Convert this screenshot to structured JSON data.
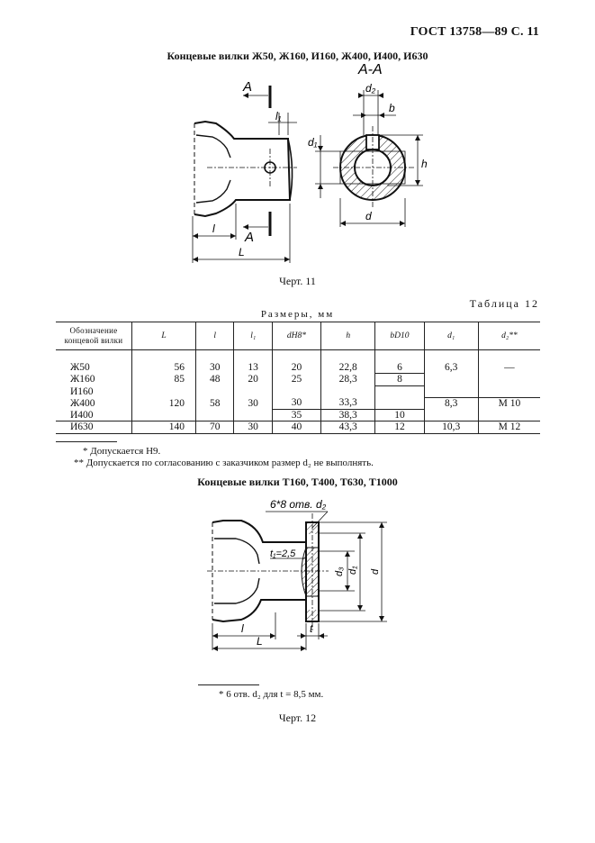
{
  "header": {
    "page_ref": "ГОСТ 13758—89 С. 11"
  },
  "section1": {
    "title": "Концевые вилки Ж50, Ж160, И160, Ж400, И400, И630",
    "section_label": "А-А",
    "arrow_label": "А",
    "dims": {
      "L": "L",
      "l": "l",
      "l1": "l₁",
      "d": "d",
      "d1": "d₁",
      "d2": "d₂",
      "b": "b",
      "h": "h"
    },
    "caption": "Черт. 11"
  },
  "table": {
    "number": "Таблица 12",
    "units": "Размеры, мм",
    "headers": [
      "Обозначение концевой вилки",
      "L",
      "l",
      "l₁",
      "dH8*",
      "h",
      "bD10",
      "d₁",
      "d₂**"
    ],
    "rows": [
      [
        "Ж50",
        "56",
        "30",
        "13",
        "20",
        "22,8",
        "6",
        "6,3",
        "—"
      ],
      [
        "Ж160",
        "85",
        "48",
        "20",
        "25",
        "28,3",
        "8",
        "",
        ""
      ],
      [
        "И160",
        "",
        "",
        "",
        "",
        "",
        "",
        "",
        ""
      ],
      [
        "Ж400",
        "120",
        "58",
        "30",
        "30",
        "33,3",
        "",
        "8,3",
        "М 10"
      ],
      [
        "И400",
        "",
        "",
        "",
        "35",
        "38,3",
        "10",
        "",
        ""
      ],
      [
        "И630",
        "140",
        "70",
        "30",
        "40",
        "43,3",
        "12",
        "10,3",
        "М 12"
      ]
    ]
  },
  "footnotes1": [
    "* Допускается Н9.",
    "** Допускается по согласованию с заказчиком размер d₂ не выполнять."
  ],
  "section2": {
    "title": "Концевые вилки Т160, Т400, Т630, Т1000",
    "holes_label": "6*8 отв. d₂",
    "t1_label": "t₁=2,5",
    "dims": {
      "d3": "d₃",
      "d1": "d₁",
      "d": "d",
      "l": "l",
      "L": "L",
      "t": "t"
    },
    "footnote": "* 6 отв. d₂ для t = 8,5 мм.",
    "caption": "Черт. 12"
  }
}
